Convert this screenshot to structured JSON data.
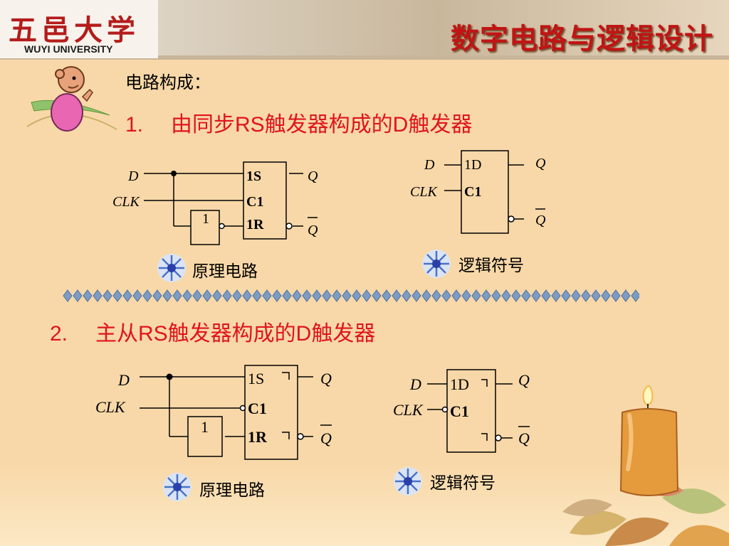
{
  "header": {
    "logo_cn": "五邑大学",
    "logo_en": "WUYI UNIVERSITY",
    "course_title": "数字电路与逻辑设计"
  },
  "content": {
    "section_label": "电路构成：",
    "headings": [
      {
        "number": "1.",
        "text": "由同步RS触发器构成的D触发器"
      },
      {
        "number": "2.",
        "text": "主从RS触发器构成的D触发器"
      }
    ],
    "captions": {
      "principle_1": "原理电路",
      "symbol_1": "逻辑符号",
      "principle_2": "原理电路",
      "symbol_2": "逻辑符号"
    }
  },
  "diagrams": {
    "d_label": "D",
    "clk_label": "CLK",
    "q_label": "Q",
    "not_gate_label": "1",
    "set_label": "1S",
    "clock_label": "C1",
    "reset_label": "1R",
    "d_input_label": "1D"
  },
  "colors": {
    "background": "#f8d8a8",
    "heading_red": "#e0141c",
    "title_red": "#c11414",
    "divider_blue": "#6b8fb6"
  },
  "icons": [
    "cartoon-professor-icon",
    "blue-flower-icon",
    "candle-icon",
    "autumn-leaves-icon"
  ]
}
